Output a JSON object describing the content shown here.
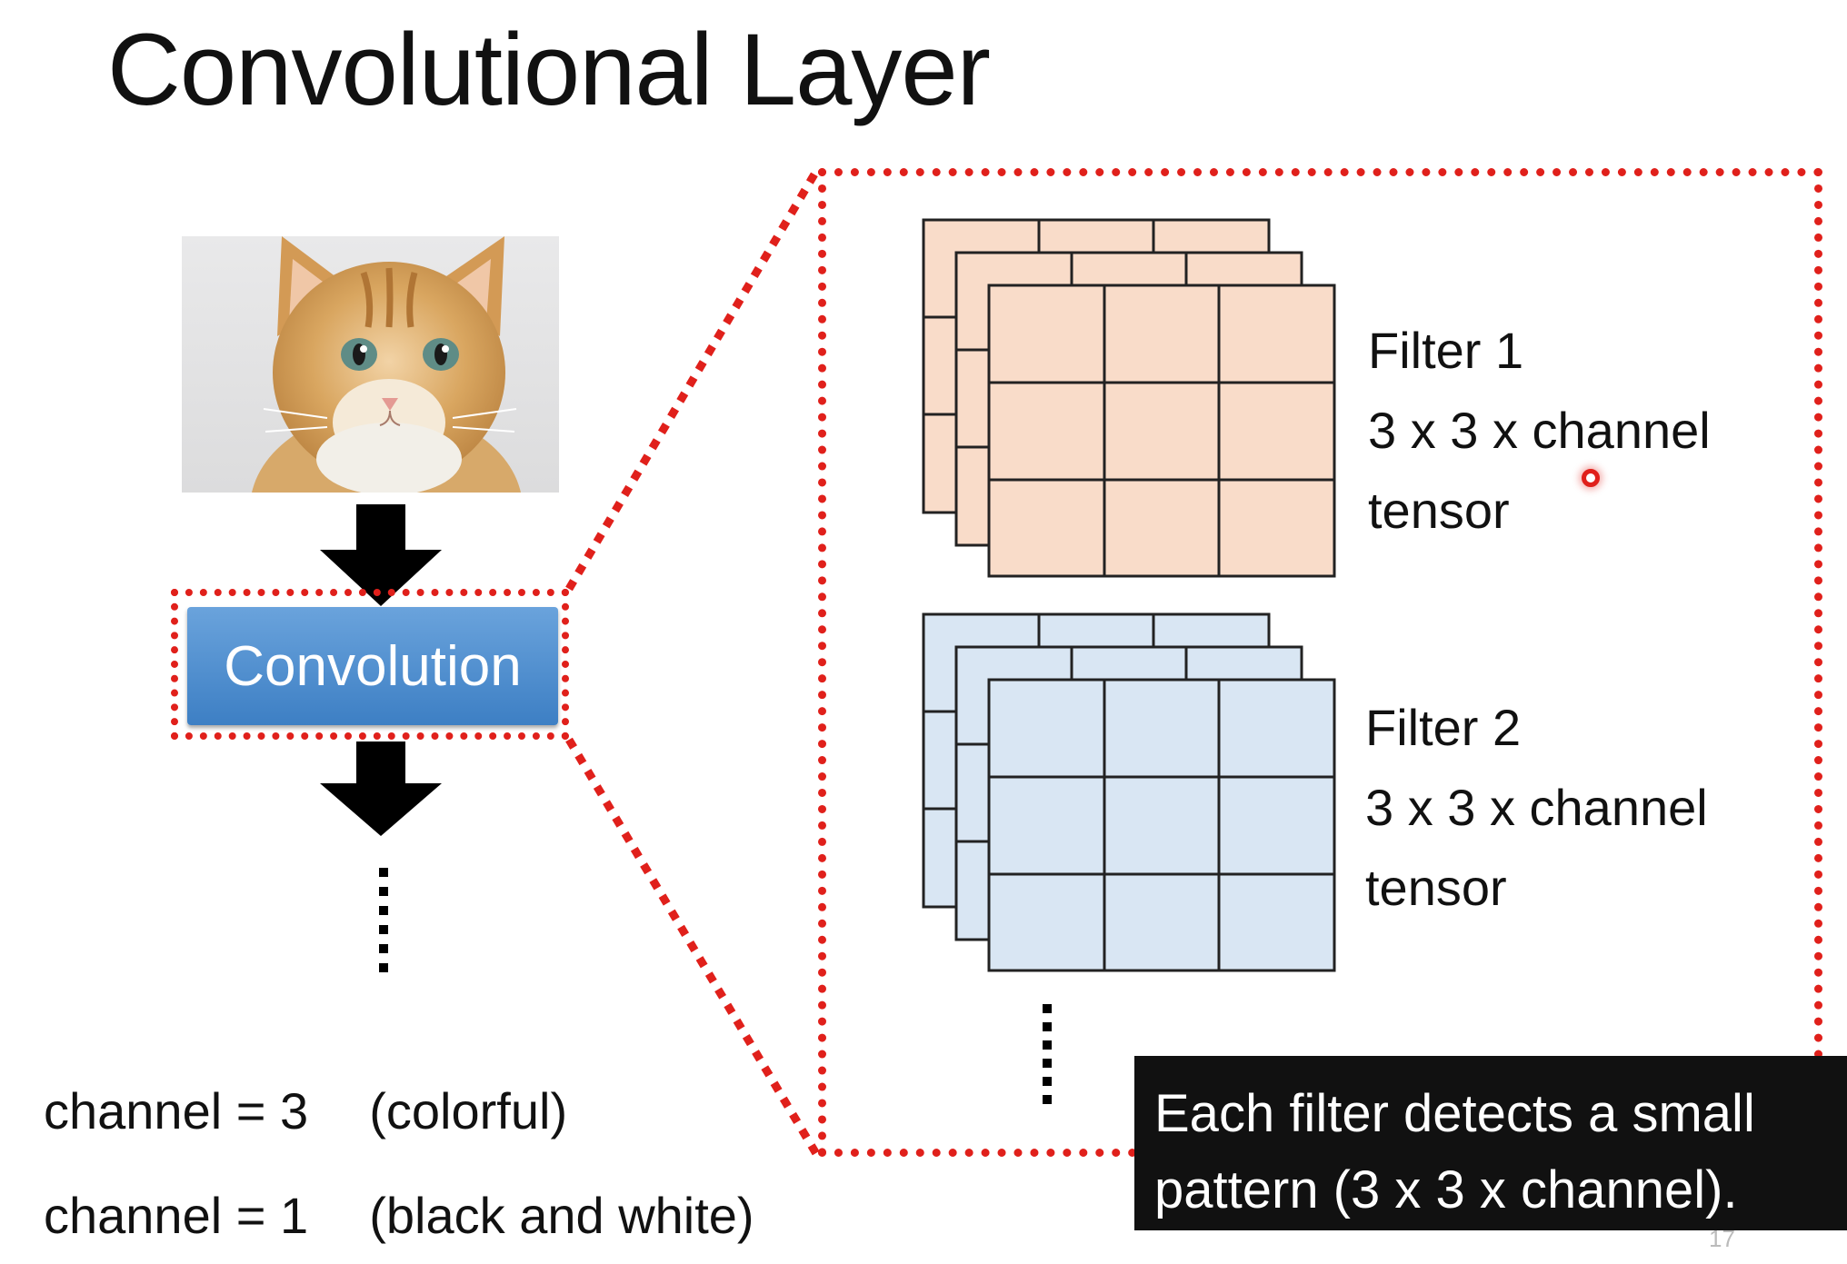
{
  "slide": {
    "title": "Convolutional Layer",
    "page_number": "17"
  },
  "left_diagram": {
    "image_subject": "kitten photo",
    "conv_label": "Convolution",
    "ellipsis": "......"
  },
  "filters": [
    {
      "name": "Filter 1",
      "line2": "3 x 3 x channel",
      "line3": "tensor",
      "color": "#f9dcc9"
    },
    {
      "name": "Filter 2",
      "line2": "3 x 3 x channel",
      "line3": "tensor",
      "color": "#d9e6f3"
    }
  ],
  "filters_ellipsis": "......",
  "channel_notes": [
    {
      "label": "channel = 3",
      "desc": "(colorful)"
    },
    {
      "label": "channel = 1",
      "desc": "(black and white)"
    }
  ],
  "caption": {
    "line1": "Each filter detects a small",
    "line2": "pattern (3 x 3 x channel)."
  },
  "colors": {
    "highlight_red": "#e0201b",
    "conv_blue": "#4a8bd0",
    "caption_bg": "#111111"
  }
}
